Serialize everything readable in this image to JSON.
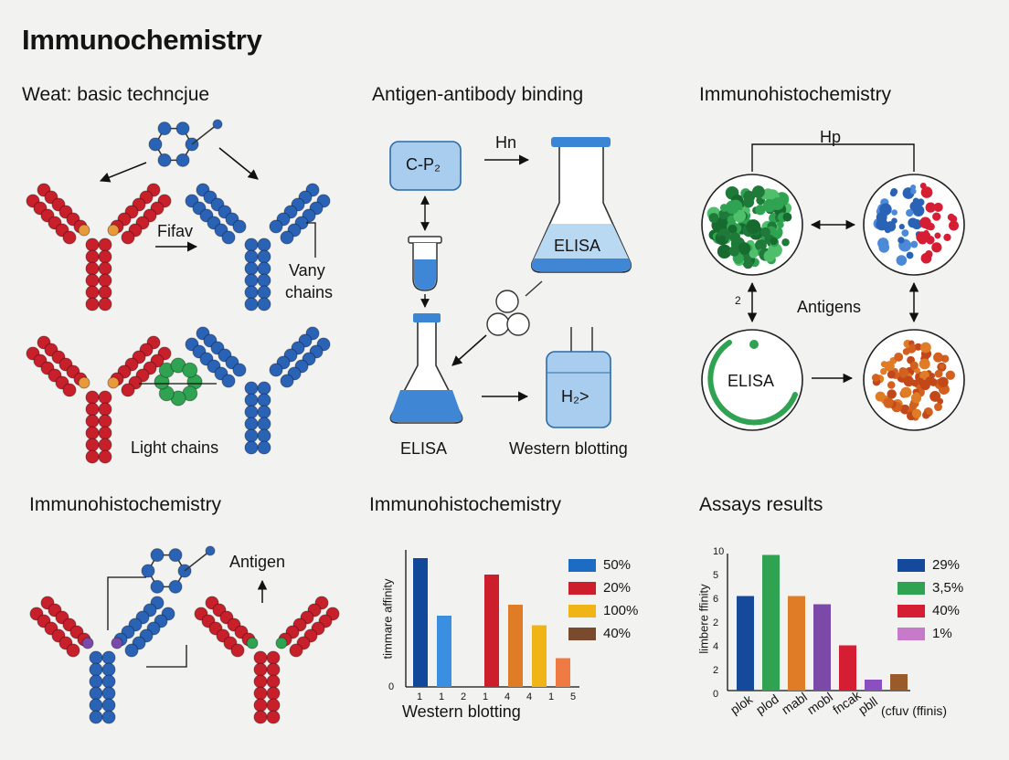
{
  "title": "Immunochemistry",
  "panels": {
    "p1": {
      "heading": "Weat: basic techncjue",
      "arrow_label": "Fifav",
      "side_label_1": "Vany",
      "side_label_2": "chains",
      "bottom_label": "Light chains"
    },
    "p2": {
      "heading": "Antigen-antibody binding",
      "box_label": "C-P₂",
      "arrow_label": "Hn",
      "flask_label": "ELISA",
      "beaker_label": "H₂>",
      "bottom_left": "ELISA",
      "bottom_right": "Western blotting"
    },
    "p3": {
      "heading": "Immunohistochemistry",
      "top_label": "Hp",
      "center_label": "Antigens",
      "side_num": "2",
      "circle_label": "ELISA"
    },
    "p4": {
      "heading": "Immunohistochemistry",
      "antigen_label": "Antigen"
    },
    "p5": {
      "heading": "Immunohistochemistry"
    },
    "p6": {
      "heading": "Assays results"
    }
  },
  "chart_data": [
    {
      "type": "bar",
      "xlabel": "Western blotting",
      "ylabel": "timmare affinity",
      "y_tick_labels": [
        "0"
      ],
      "x_tick_labels": [
        "1",
        "1",
        "2",
        "1",
        "4",
        "4",
        "1",
        "5"
      ],
      "ylim": [
        0,
        10
      ],
      "values": [
        9.4,
        5.2,
        0,
        8.2,
        6.0,
        4.5,
        2.1
      ],
      "bar_colors": [
        "#12489a",
        "#3a8fe0",
        "#f2f2f1",
        "#cc1f2b",
        "#e07b26",
        "#f0b416",
        "#f07a44"
      ],
      "legend": [
        {
          "label": "50%",
          "color": "#1d6cc4"
        },
        {
          "label": "20%",
          "color": "#cc1f2b"
        },
        {
          "label": "100%",
          "color": "#f0b416"
        },
        {
          "label": "40%",
          "color": "#7a4a2e"
        }
      ]
    },
    {
      "type": "bar",
      "ylabel": "limbere ffinity",
      "y_tick_labels": [
        "10",
        "5",
        "6",
        "2",
        "4",
        "2",
        "0"
      ],
      "x_tick_labels": [
        "plok",
        "plod",
        "mabl",
        "mobl",
        "fncak",
        "pbll",
        "(cfuv (ffinis)"
      ],
      "ylim": [
        0,
        10
      ],
      "values": [
        6.9,
        9.9,
        6.9,
        6.3,
        3.3,
        0.8,
        1.2
      ],
      "bar_colors": [
        "#14499b",
        "#2fa351",
        "#e07b26",
        "#7b4aa8",
        "#d51d34",
        "#8a4fc0",
        "#9a5a2a"
      ],
      "legend": [
        {
          "label": "29%",
          "color": "#14499b"
        },
        {
          "label": "3,5%",
          "color": "#2fa351"
        },
        {
          "label": "40%",
          "color": "#d51d34"
        },
        {
          "label": "1%",
          "color": "#c77ac9"
        }
      ]
    }
  ]
}
